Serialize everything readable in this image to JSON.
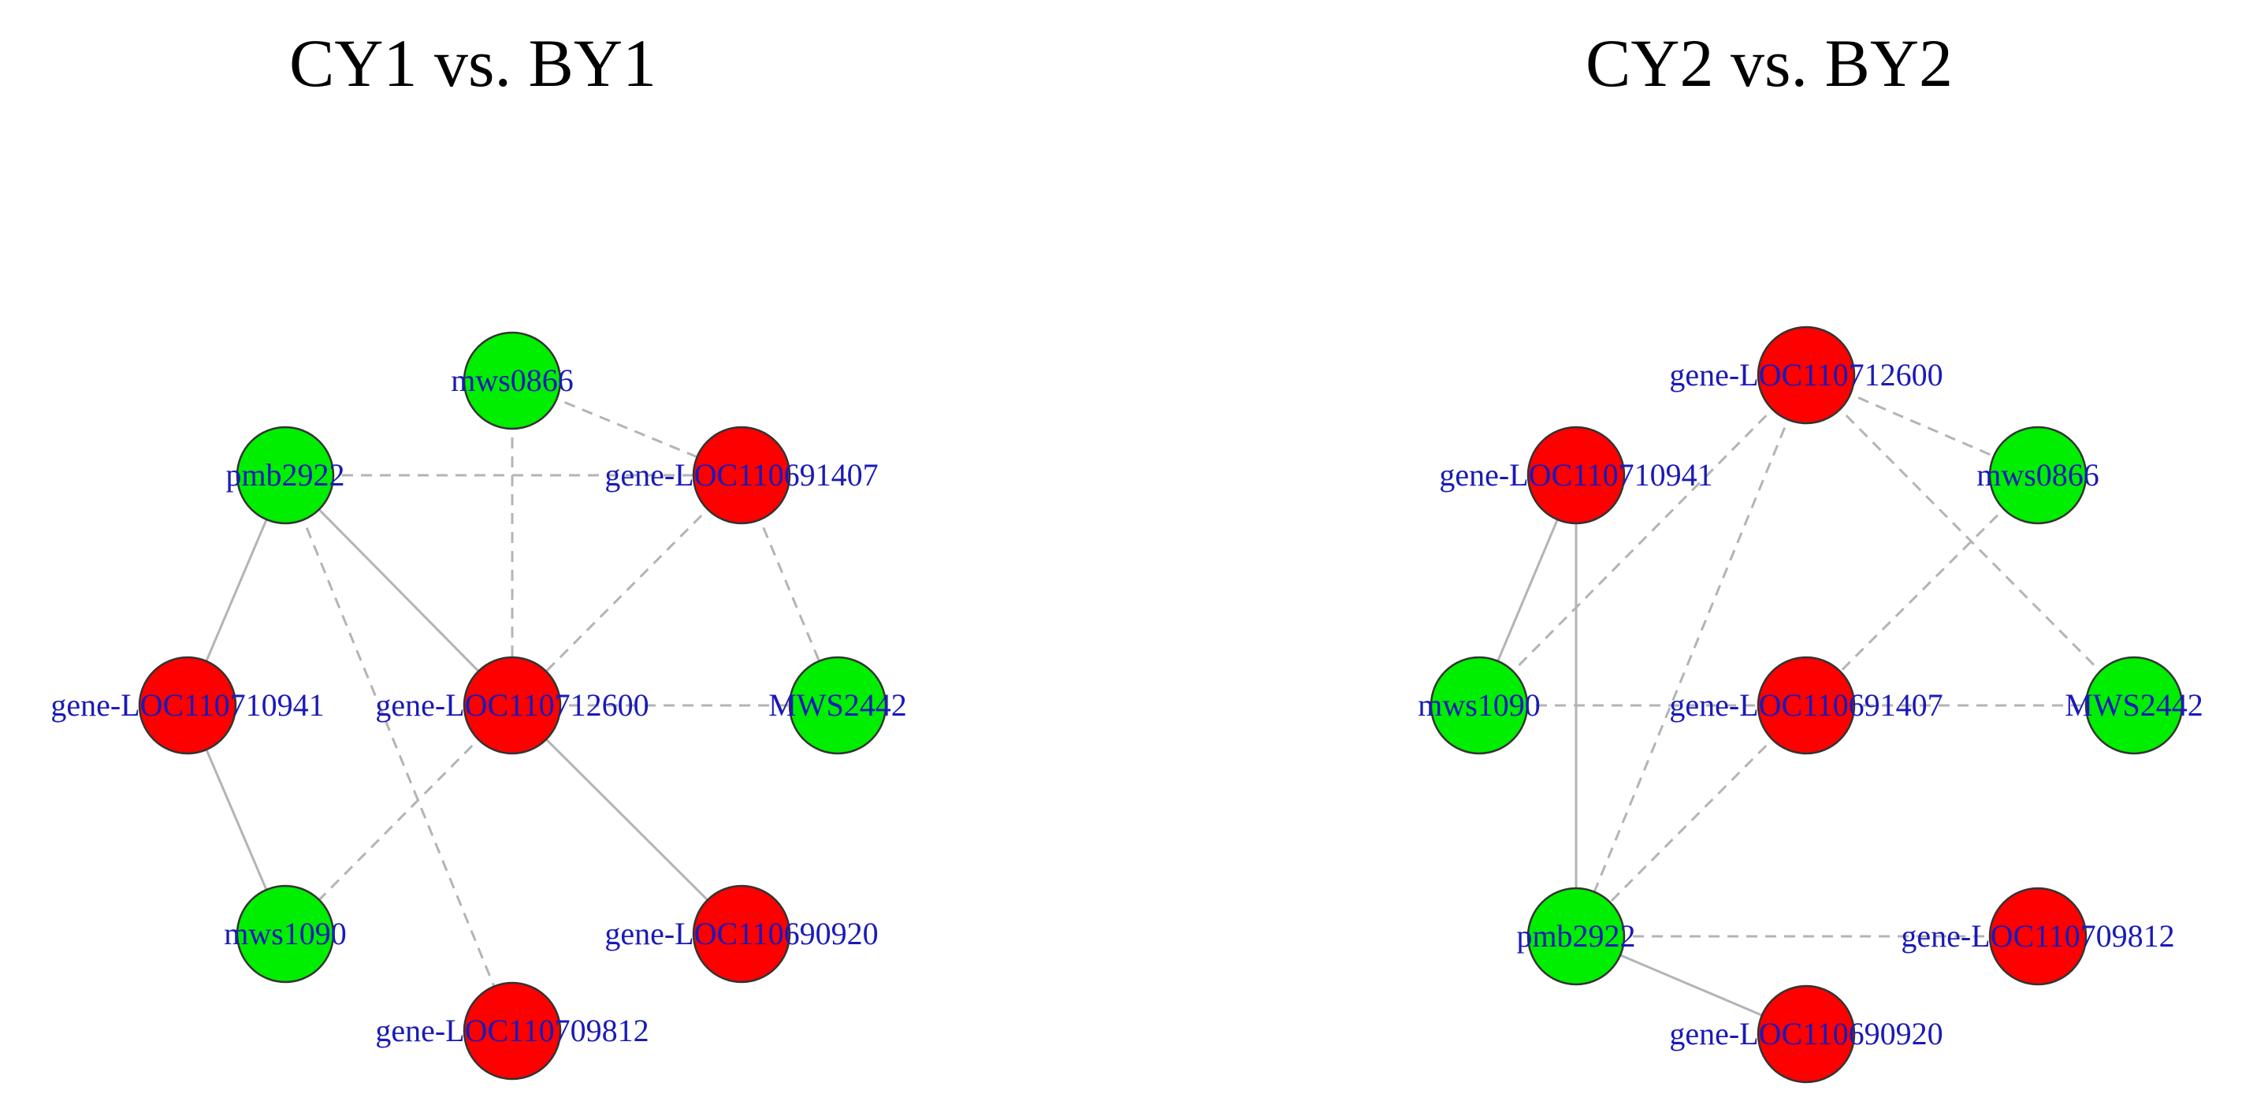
{
  "titles": {
    "left": "CY1 vs. BY1",
    "right": "CY2 vs. BY2"
  },
  "colors": {
    "up_node": "#ff0000",
    "down_node": "#00ee00",
    "node_border": "#333333",
    "label": "#1a1ab8",
    "edge": "#b4b4b4"
  },
  "networks": [
    {
      "id": "left",
      "nodes": [
        {
          "id": "mws0866",
          "label": "mws0866",
          "regulation": "green"
        },
        {
          "id": "pmb2922",
          "label": "pmb2922",
          "regulation": "green"
        },
        {
          "id": "LOC110691407",
          "label": "gene-LOC110691407",
          "regulation": "red"
        },
        {
          "id": "LOC110710941",
          "label": "gene-LOC110710941",
          "regulation": "red"
        },
        {
          "id": "LOC110712600",
          "label": "gene-LOC110712600",
          "regulation": "red"
        },
        {
          "id": "MWS2442",
          "label": "MWS2442",
          "regulation": "green"
        },
        {
          "id": "mws1090",
          "label": "mws1090",
          "regulation": "green"
        },
        {
          "id": "LOC110690920",
          "label": "gene-LOC110690920",
          "regulation": "red"
        },
        {
          "id": "LOC110709812",
          "label": "gene-LOC110709812",
          "regulation": "red"
        }
      ],
      "edges": [
        {
          "source": "mws0866",
          "target": "LOC110691407",
          "style": "dashed"
        },
        {
          "source": "mws0866",
          "target": "LOC110712600",
          "style": "dashed"
        },
        {
          "source": "pmb2922",
          "target": "LOC110691407",
          "style": "dashed"
        },
        {
          "source": "pmb2922",
          "target": "LOC110710941",
          "style": "solid"
        },
        {
          "source": "pmb2922",
          "target": "LOC110712600",
          "style": "solid"
        },
        {
          "source": "pmb2922",
          "target": "LOC110709812",
          "style": "dashed"
        },
        {
          "source": "LOC110691407",
          "target": "LOC110712600",
          "style": "dashed"
        },
        {
          "source": "LOC110691407",
          "target": "MWS2442",
          "style": "dashed"
        },
        {
          "source": "LOC110710941",
          "target": "mws1090",
          "style": "solid"
        },
        {
          "source": "LOC110712600",
          "target": "MWS2442",
          "style": "dashed"
        },
        {
          "source": "LOC110712600",
          "target": "mws1090",
          "style": "dashed"
        },
        {
          "source": "LOC110712600",
          "target": "LOC110690920",
          "style": "solid"
        }
      ]
    },
    {
      "id": "right",
      "nodes": [
        {
          "id": "LOC110712600",
          "label": "gene-LOC110712600",
          "regulation": "red"
        },
        {
          "id": "LOC110710941",
          "label": "gene-LOC110710941",
          "regulation": "red"
        },
        {
          "id": "mws0866",
          "label": "mws0866",
          "regulation": "green"
        },
        {
          "id": "mws1090",
          "label": "mws1090",
          "regulation": "green"
        },
        {
          "id": "LOC110691407",
          "label": "gene-LOC110691407",
          "regulation": "red"
        },
        {
          "id": "MWS2442",
          "label": "MWS2442",
          "regulation": "green"
        },
        {
          "id": "pmb2922",
          "label": "pmb2922",
          "regulation": "green"
        },
        {
          "id": "LOC110709812",
          "label": "gene-LOC110709812",
          "regulation": "red"
        },
        {
          "id": "LOC110690920",
          "label": "gene-LOC110690920",
          "regulation": "red"
        }
      ],
      "edges": [
        {
          "source": "LOC110712600",
          "target": "mws0866",
          "style": "dashed"
        },
        {
          "source": "LOC110712600",
          "target": "MWS2442",
          "style": "dashed"
        },
        {
          "source": "LOC110712600",
          "target": "mws1090",
          "style": "dashed"
        },
        {
          "source": "LOC110712600",
          "target": "pmb2922",
          "style": "dashed"
        },
        {
          "source": "LOC110710941",
          "target": "mws1090",
          "style": "solid"
        },
        {
          "source": "LOC110710941",
          "target": "pmb2922",
          "style": "solid"
        },
        {
          "source": "mws0866",
          "target": "LOC110691407",
          "style": "dashed"
        },
        {
          "source": "mws1090",
          "target": "LOC110691407",
          "style": "dashed"
        },
        {
          "source": "LOC110691407",
          "target": "MWS2442",
          "style": "dashed"
        },
        {
          "source": "LOC110691407",
          "target": "pmb2922",
          "style": "dashed"
        },
        {
          "source": "pmb2922",
          "target": "LOC110709812",
          "style": "dashed"
        },
        {
          "source": "pmb2922",
          "target": "LOC110690920",
          "style": "solid"
        }
      ]
    }
  ]
}
